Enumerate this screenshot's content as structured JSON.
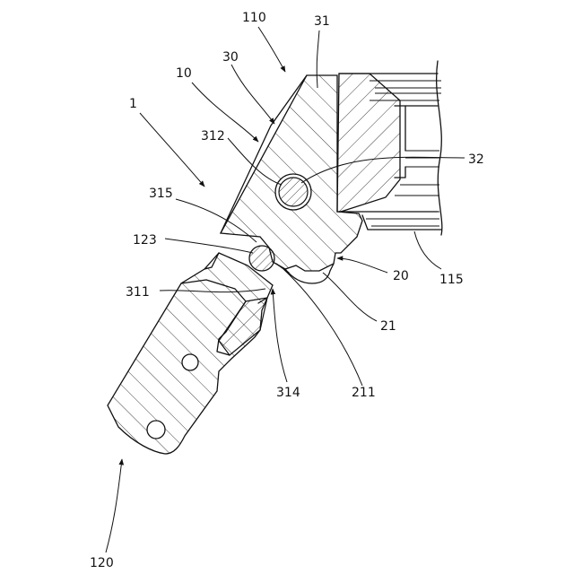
{
  "labels": {
    "l110": "110",
    "l31": "31",
    "l30": "30",
    "l10": "10",
    "l1": "1",
    "l312": "312",
    "l32": "32",
    "l315": "315",
    "l123": "123",
    "l20": "20",
    "l115": "115",
    "l311": "311",
    "l21": "21",
    "l314": "314",
    "l211": "211",
    "l120": "120"
  },
  "colors": {
    "stroke": "#111111",
    "background": "#ffffff"
  }
}
